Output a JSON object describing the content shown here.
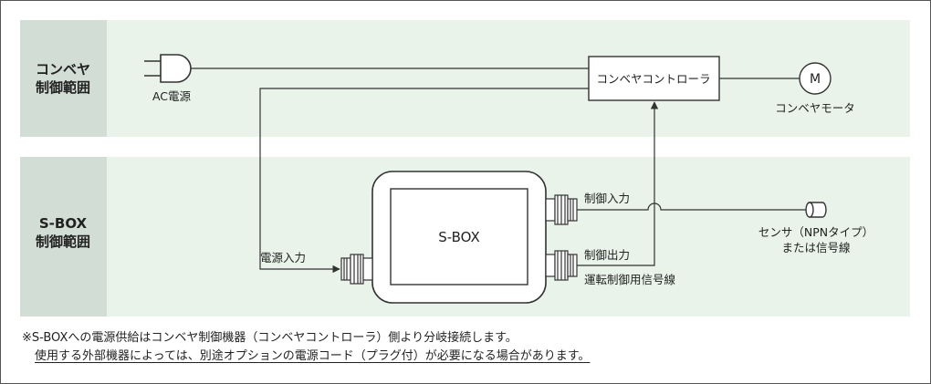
{
  "zones": {
    "conveyor": {
      "label_lines": [
        "コンベヤ",
        "制御範囲"
      ]
    },
    "sbox": {
      "label_lines": [
        "S-BOX",
        "制御範囲"
      ]
    }
  },
  "components": {
    "ac_power": "AC電源",
    "conveyor_controller": "コンベヤコントローラ",
    "motor_symbol": "M",
    "conveyor_motor": "コンベヤモータ",
    "sbox": "S-BOX",
    "power_input": "電源入力",
    "control_input": "制御入力",
    "control_output": "制御出力",
    "operation_signal_line": "運転制御用信号線",
    "sensor_lines": [
      "センサ（NPNタイプ）",
      "または信号線"
    ]
  },
  "notes": {
    "line1": "※S-BOXへの電源供給はコンベヤ制御機器（コンベヤコントローラ）側より分岐接続します。",
    "line2": "使用する外部機器によっては、別途オプションの電源コード（プラグ付）が必要になる場合があります。"
  },
  "colors": {
    "label_bg": "#d2ddd6",
    "zone_bg": "#e9f3ea",
    "line": "#333333"
  }
}
